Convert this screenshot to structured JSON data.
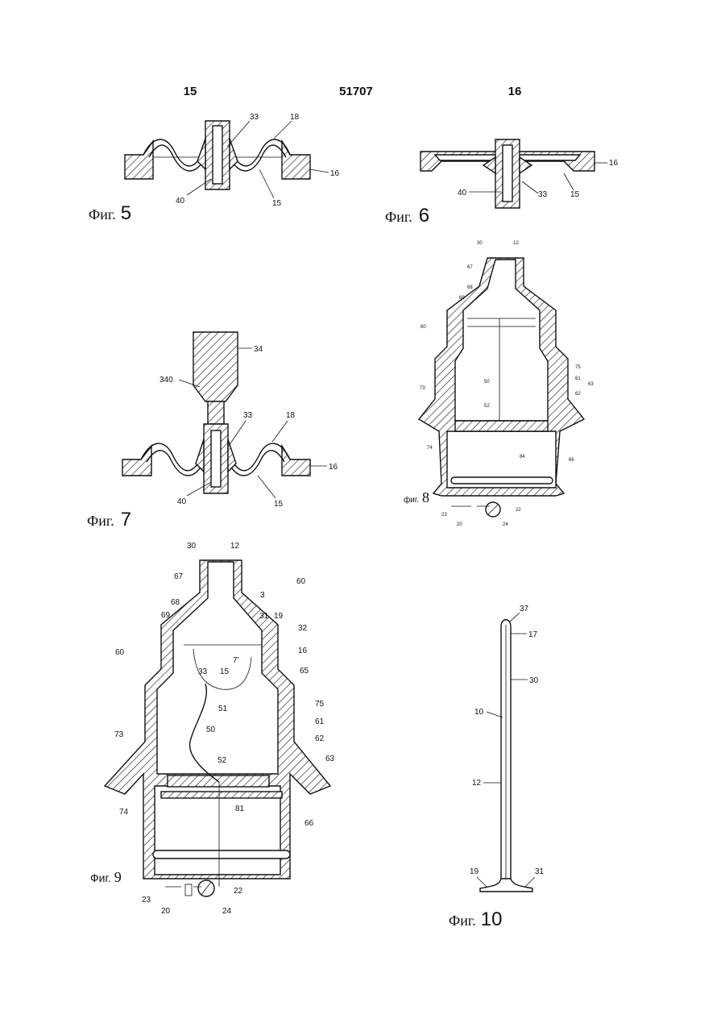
{
  "header": {
    "left_page": "15",
    "doc_number": "51707",
    "right_page": "16"
  },
  "figures": {
    "fig5": {
      "caption_prefix": "Фиг.",
      "caption_num": "5",
      "labels": [
        "33",
        "18",
        "16",
        "40",
        "15"
      ]
    },
    "fig6": {
      "caption_prefix": "Фиг.",
      "caption_num": "6",
      "labels": [
        "16",
        "40",
        "33",
        "15"
      ]
    },
    "fig7": {
      "caption_prefix": "Фиг.",
      "caption_num": "7",
      "labels": [
        "34",
        "340",
        "33",
        "18",
        "16",
        "40",
        "15"
      ]
    },
    "fig8": {
      "caption_prefix": "фиг.",
      "caption_num": "8",
      "labels": [
        "30",
        "12",
        "67",
        "68",
        "69",
        "60",
        "75",
        "61",
        "62",
        "63",
        "73",
        "74",
        "66",
        "50",
        "52",
        "84",
        "20",
        "22",
        "23",
        "24"
      ]
    },
    "fig9": {
      "caption_prefix": "Фиг.",
      "caption_num": "9",
      "labels": [
        "30",
        "12",
        "67",
        "3",
        "60",
        "68",
        "69",
        "31",
        "19",
        "32",
        "16",
        "60",
        "33",
        "15",
        "7'",
        "65",
        "51",
        "75",
        "50",
        "61",
        "73",
        "62",
        "63",
        "52",
        "74",
        "81",
        "66",
        "23",
        "22",
        "20",
        "24"
      ]
    },
    "fig10": {
      "caption_prefix": "Фиг.",
      "caption_num": "10",
      "labels": [
        "37",
        "17",
        "30",
        "10",
        "12",
        "19",
        "31"
      ]
    }
  }
}
